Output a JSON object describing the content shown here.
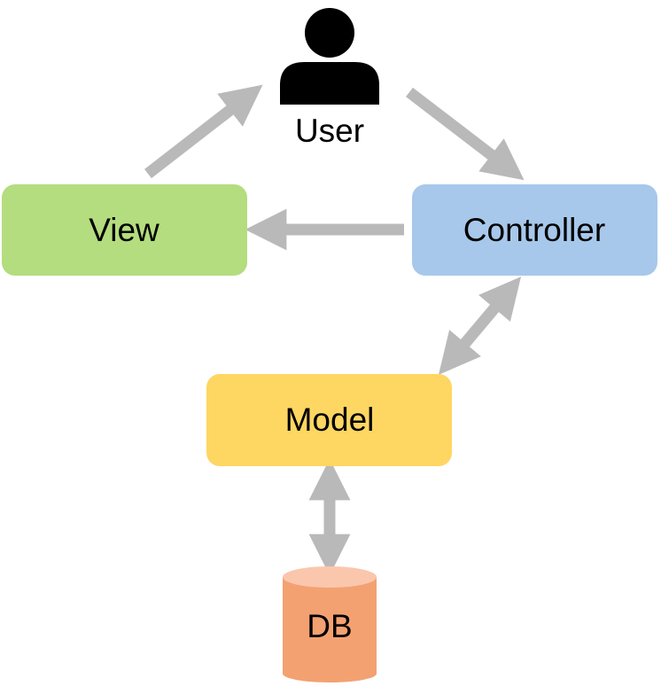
{
  "diagram": {
    "user": {
      "label": "User",
      "icon": "user-icon"
    },
    "view": {
      "label": "View",
      "color": "#b3dd7e"
    },
    "controller": {
      "label": "Controller",
      "color": "#a7c8eb"
    },
    "model": {
      "label": "Model",
      "color": "#fed662"
    },
    "db": {
      "label": "DB",
      "icon": "database-icon",
      "color": "#f4a172",
      "top_color": "#fac7ad"
    },
    "arrow_color": "#b9b9b9"
  }
}
